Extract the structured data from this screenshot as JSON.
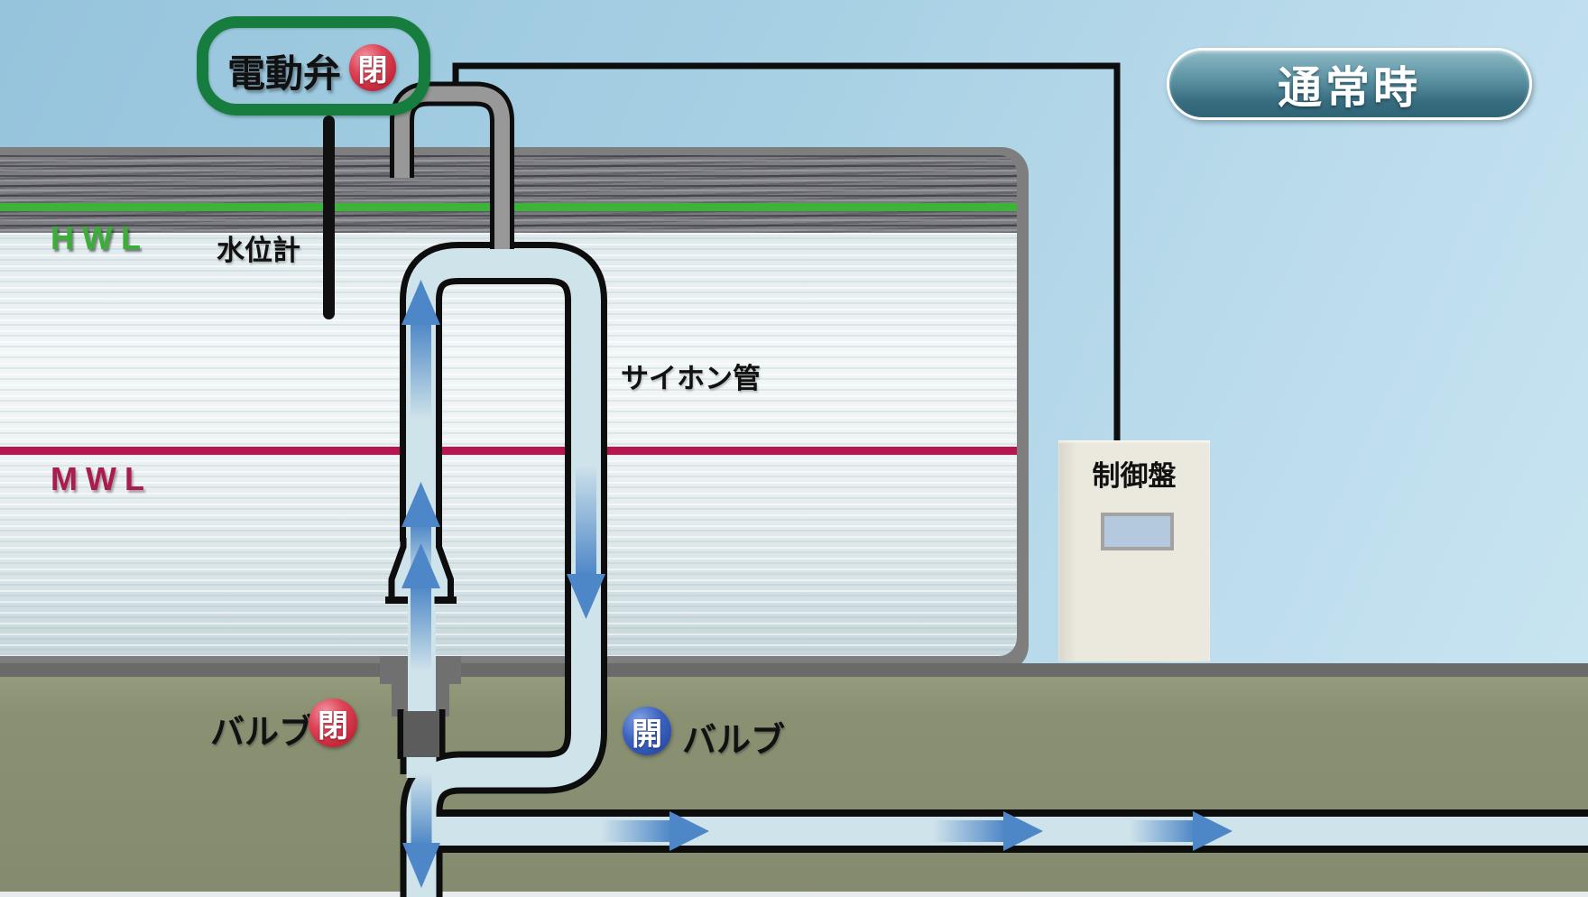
{
  "mode": {
    "badge": "通常時"
  },
  "callout": {
    "motor_valve": "電動弁",
    "motor_valve_state": "閉"
  },
  "tank": {
    "high_water_level": "HWL",
    "mid_water_level": "MWL",
    "water_level_gauge": "水位計",
    "siphon_pipe": "サイホン管"
  },
  "valves": {
    "left_label": "バルブ",
    "left_state": "閉",
    "right_state": "開",
    "right_label": "バルブ"
  },
  "control_panel": {
    "title": "制御盤"
  },
  "colors": {
    "hwl_line": "#3db33a",
    "mwl_line": "#b5164f",
    "closed_badge_red": "#c2202f",
    "open_badge_blue": "#2b50ae",
    "pipe_water": "#cfe3ea",
    "flow_arrow": "#4e87c7",
    "callout_green": "#177d3e",
    "ground_olive": "#8a9173",
    "mode_pill_teal": "#396e80"
  }
}
